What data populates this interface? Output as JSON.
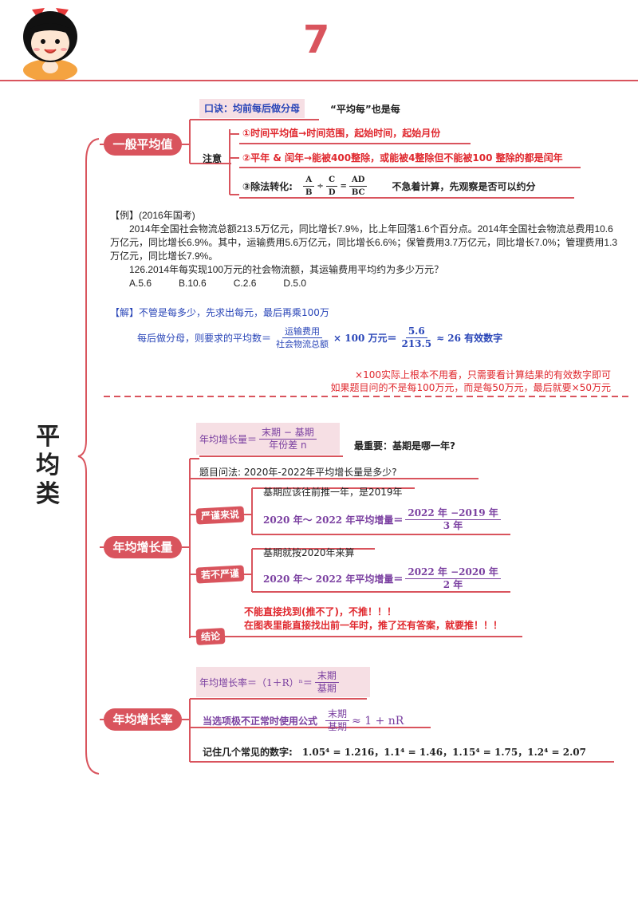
{
  "header": {
    "page_number": "7"
  },
  "side_title": [
    "平",
    "均",
    "类"
  ],
  "general_avg": {
    "node": "一般平均值",
    "mnemonic": "口诀：均前每后做分母",
    "mnemonic_note": "“平均每”也是每",
    "note_label": "注意",
    "rule1": "①时间平均值→时间范围，起始时间，起始月份",
    "rule2": "②平年 & 闰年→能被400整除，或能被4整除但不能被100 整除的都是闰年",
    "rule3_label": "③除法转化:",
    "rule3_formula": {
      "a_n": "A",
      "a_d": "B",
      "op1": "÷",
      "c_n": "C",
      "c_d": "D",
      "eq": "=",
      "r_n": "AD",
      "r_d": "BC"
    },
    "rule3_tip": "不急着计算，先观察是否可以约分"
  },
  "example": {
    "title": "【例】(2016年国考)",
    "p1": "2014年全国社会物流总额213.5万亿元，同比增长7.9%，比上年回落1.6个百分点。2014年全国社会物流总费用10.6万亿元，同比增长6.9%。其中，运输费用5.6万亿元，同比增长6.6%；保管费用3.7万亿元，同比增长7.0%；管理费用1.3万亿元，同比增长7.9%。",
    "question": "126.2014年每实现100万元的社会物流额，其运输费用平均约为多少万元？",
    "options": [
      "A.5.6",
      "B.10.6",
      "C.2.6",
      "D.5.0"
    ]
  },
  "solution": {
    "title": "【解】不管是每多少，先求出每元，最后再乘100万",
    "formula_prefix": "每后做分母，则要求的平均数＝",
    "f1_num": "运输费用",
    "f1_den": "社会物流总额",
    "times": "× 100 万元＝",
    "f2_num": "5.6",
    "f2_den": "213.5",
    "approx": "≈ 26 有效数字",
    "note1": "×100实际上根本不用看，只需要看计算结果的有效数字即可",
    "note2": "如果题目问的不是每100万元，而是每50万元，最后就要×50万元"
  },
  "growth_amount": {
    "node": "年均增长量",
    "formula_label": "年均增长量＝",
    "formula_num": "末期 − 基期",
    "formula_den": "年份差 n",
    "key_point": "最重要：基期是哪一年?",
    "question": "题目问法: 2020年-2022年平均增长量是多少?",
    "strict_tag": "严谨来说",
    "strict_text": "基期应该往前推一年，是2019年",
    "strict_label": "2020 年～ 2022 年平均增量＝",
    "strict_num": "2022 年 −2019 年",
    "strict_den": "3 年",
    "loose_tag": "若不严谨",
    "loose_text": "基期就按2020年来算",
    "loose_label": "2020 年～ 2022 年平均增量＝",
    "loose_num": "2022 年 −2020 年",
    "loose_den": "2 年",
    "concl_tag": "结论",
    "concl1": "不能直接找到(推不了)，不推！！！",
    "concl2": "在图表里能直接找出前一年时，推了还有答案，就要推！！！"
  },
  "growth_rate": {
    "node": "年均增长率",
    "formula_label": "年均增长率＝（1＋R）ⁿ＝",
    "formula_num": "末期",
    "formula_den": "基期",
    "approx_text": "当选项极不正常时使用公式",
    "approx_num": "末期",
    "approx_den": "基期",
    "approx_result": "≈ 1 + nR",
    "remember_label": "记住几个常见的数字:",
    "numbers": [
      "1.05⁴ = 1.216",
      "1.1⁴ = 1.46",
      "1.15⁴ = 1.75",
      "1.2⁴ = 2.07"
    ],
    "sep": "，"
  }
}
